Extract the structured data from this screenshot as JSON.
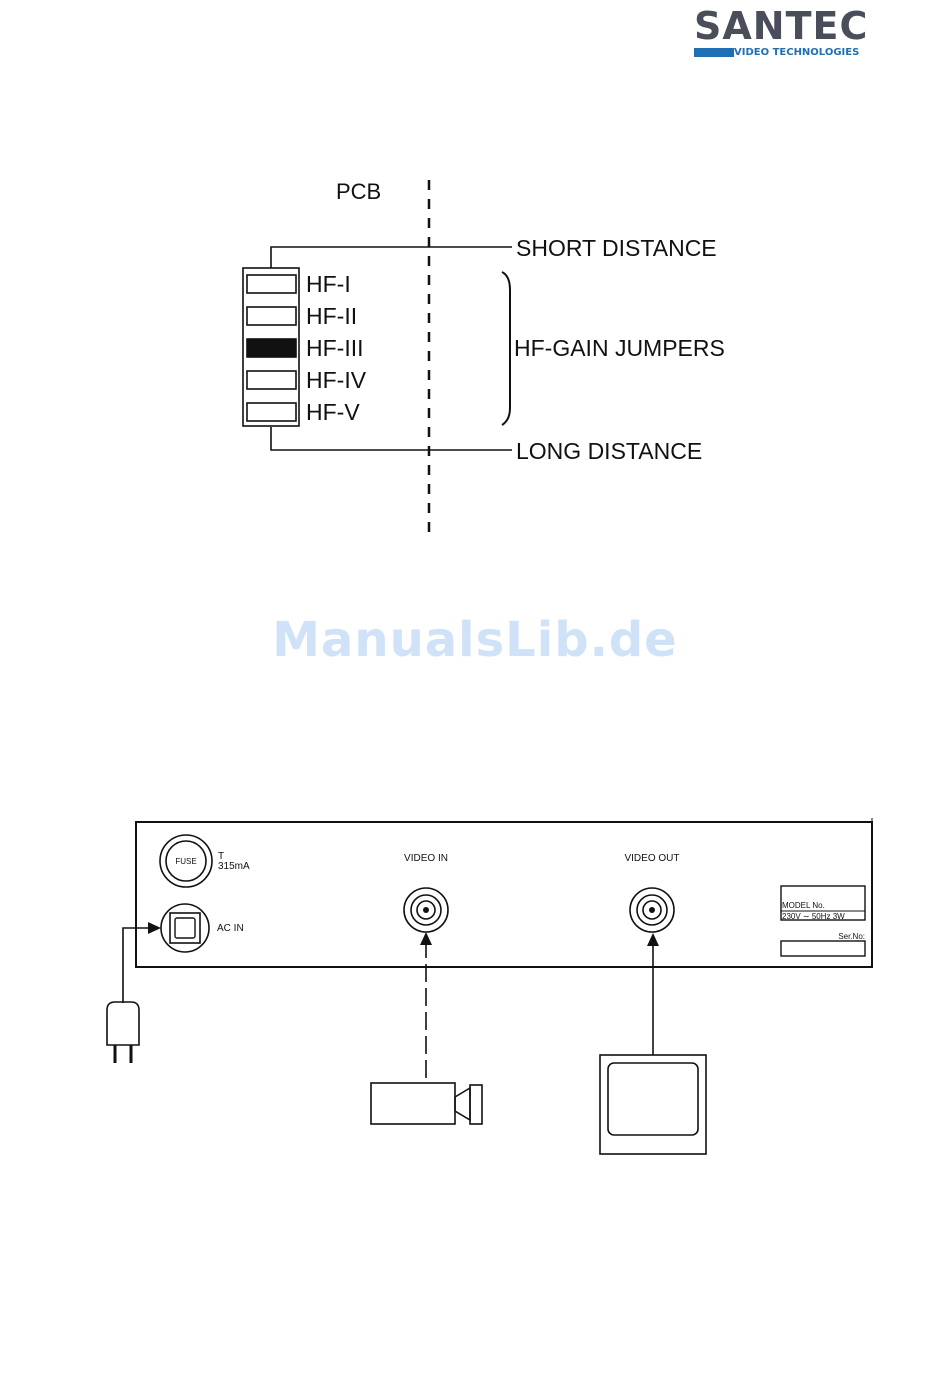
{
  "brand": {
    "name": "SANTEC",
    "tagline": "VIDEO TECHNOLOGIES",
    "accent_color": "#1f6fb5",
    "text_color": "#4a4e5a"
  },
  "jumper_diagram": {
    "pcb_label": "PCB",
    "short_distance": "SHORT DISTANCE",
    "long_distance": "LONG DISTANCE",
    "group_label": "HF-GAIN JUMPERS",
    "jumpers": [
      {
        "label": "HF-I",
        "filled": false
      },
      {
        "label": "HF-II",
        "filled": false
      },
      {
        "label": "HF-III",
        "filled": true
      },
      {
        "label": "HF-IV",
        "filled": false
      },
      {
        "label": "HF-V",
        "filled": false
      }
    ]
  },
  "watermark": "ManualsLib.de",
  "rear_panel": {
    "fuse_label": "FUSE",
    "fuse_rating_line1": "T",
    "fuse_rating_line2": "315mA",
    "ac_in": "AC IN",
    "video_in": "VIDEO IN",
    "video_out": "VIDEO OUT",
    "model_no": "MODEL No.",
    "power_rating": "230V ∼  50Hz   3W",
    "serial_no": "Ser.No:",
    "icons": [
      "power-plug-icon",
      "camera-icon",
      "monitor-icon",
      "bnc-connector-icon"
    ]
  }
}
